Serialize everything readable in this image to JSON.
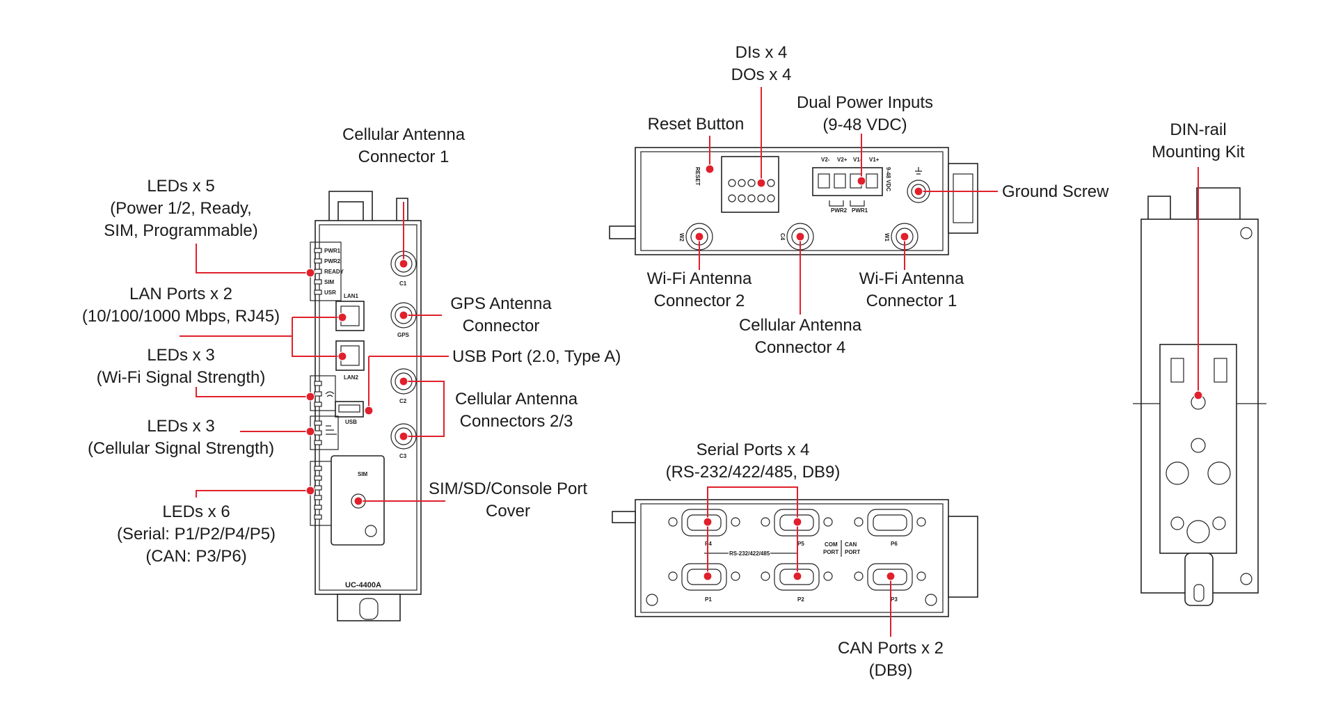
{
  "colors": {
    "callout": "#e0202c",
    "line": "#222222",
    "background": "#ffffff"
  },
  "device": {
    "model": "UC-4400A",
    "front_led_labels": [
      "PWR1",
      "PWR2",
      "READY",
      "SIM",
      "USR"
    ],
    "port_labels": {
      "lan1": "LAN1",
      "lan2": "LAN2",
      "usb": "USB",
      "c1": "C1",
      "gps": "GPS",
      "c2": "C2",
      "c3": "C3",
      "sim": "SIM"
    },
    "top_labels": {
      "reset": "RESET",
      "w2": "W2",
      "c4": "C4",
      "w1": "W1",
      "pwr2": "PWR2",
      "pwr1": "PWR1",
      "vdc": "9-48 VDC",
      "v2m": "V2-",
      "v2p": "V2+",
      "v1m": "V1-",
      "v1p": "V1+"
    },
    "bottom_labels": {
      "p4": "P4",
      "p5": "P5",
      "p6": "P6",
      "p1": "P1",
      "p2": "P2",
      "p3": "P3",
      "rs": "RS-232/422/485",
      "com": "COM",
      "can": "CAN",
      "port": "PORT"
    }
  },
  "callouts": {
    "cellular_c1": [
      "Cellular Antenna",
      "Connector 1"
    ],
    "leds5": [
      "LEDs x 5",
      "(Power 1/2, Ready,",
      "SIM, Programmable)"
    ],
    "lan": [
      "LAN Ports x 2",
      "(10/100/1000 Mbps, RJ45)"
    ],
    "gps": [
      "GPS Antenna",
      "Connector"
    ],
    "usb": [
      "USB Port (2.0, Type A)"
    ],
    "leds_wifi": [
      "LEDs x 3",
      "(Wi-Fi Signal Strength)"
    ],
    "cellular_c23": [
      "Cellular Antenna",
      "Connectors 2/3"
    ],
    "leds_cell": [
      "LEDs x 3",
      "(Cellular Signal Strength)"
    ],
    "sim_cover": [
      "SIM/SD/Console Port",
      "Cover"
    ],
    "leds6": [
      "LEDs x 6",
      "(Serial: P1/P2/P4/P5)",
      "(CAN: P3/P6)"
    ],
    "dio": [
      "DIs x 4",
      "DOs x 4"
    ],
    "reset": [
      "Reset Button"
    ],
    "dual_power": [
      "Dual Power Inputs",
      "(9-48 VDC)"
    ],
    "ground": [
      "Ground Screw"
    ],
    "wifi2": [
      "Wi-Fi Antenna",
      "Connector 2"
    ],
    "wifi1": [
      "Wi-Fi Antenna",
      "Connector 1"
    ],
    "cellular_c4": [
      "Cellular Antenna",
      "Connector 4"
    ],
    "din": [
      "DIN-rail",
      "Mounting Kit"
    ],
    "serial": [
      "Serial Ports x 4",
      "(RS-232/422/485, DB9)"
    ],
    "can": [
      "CAN Ports x 2",
      "(DB9)"
    ]
  }
}
